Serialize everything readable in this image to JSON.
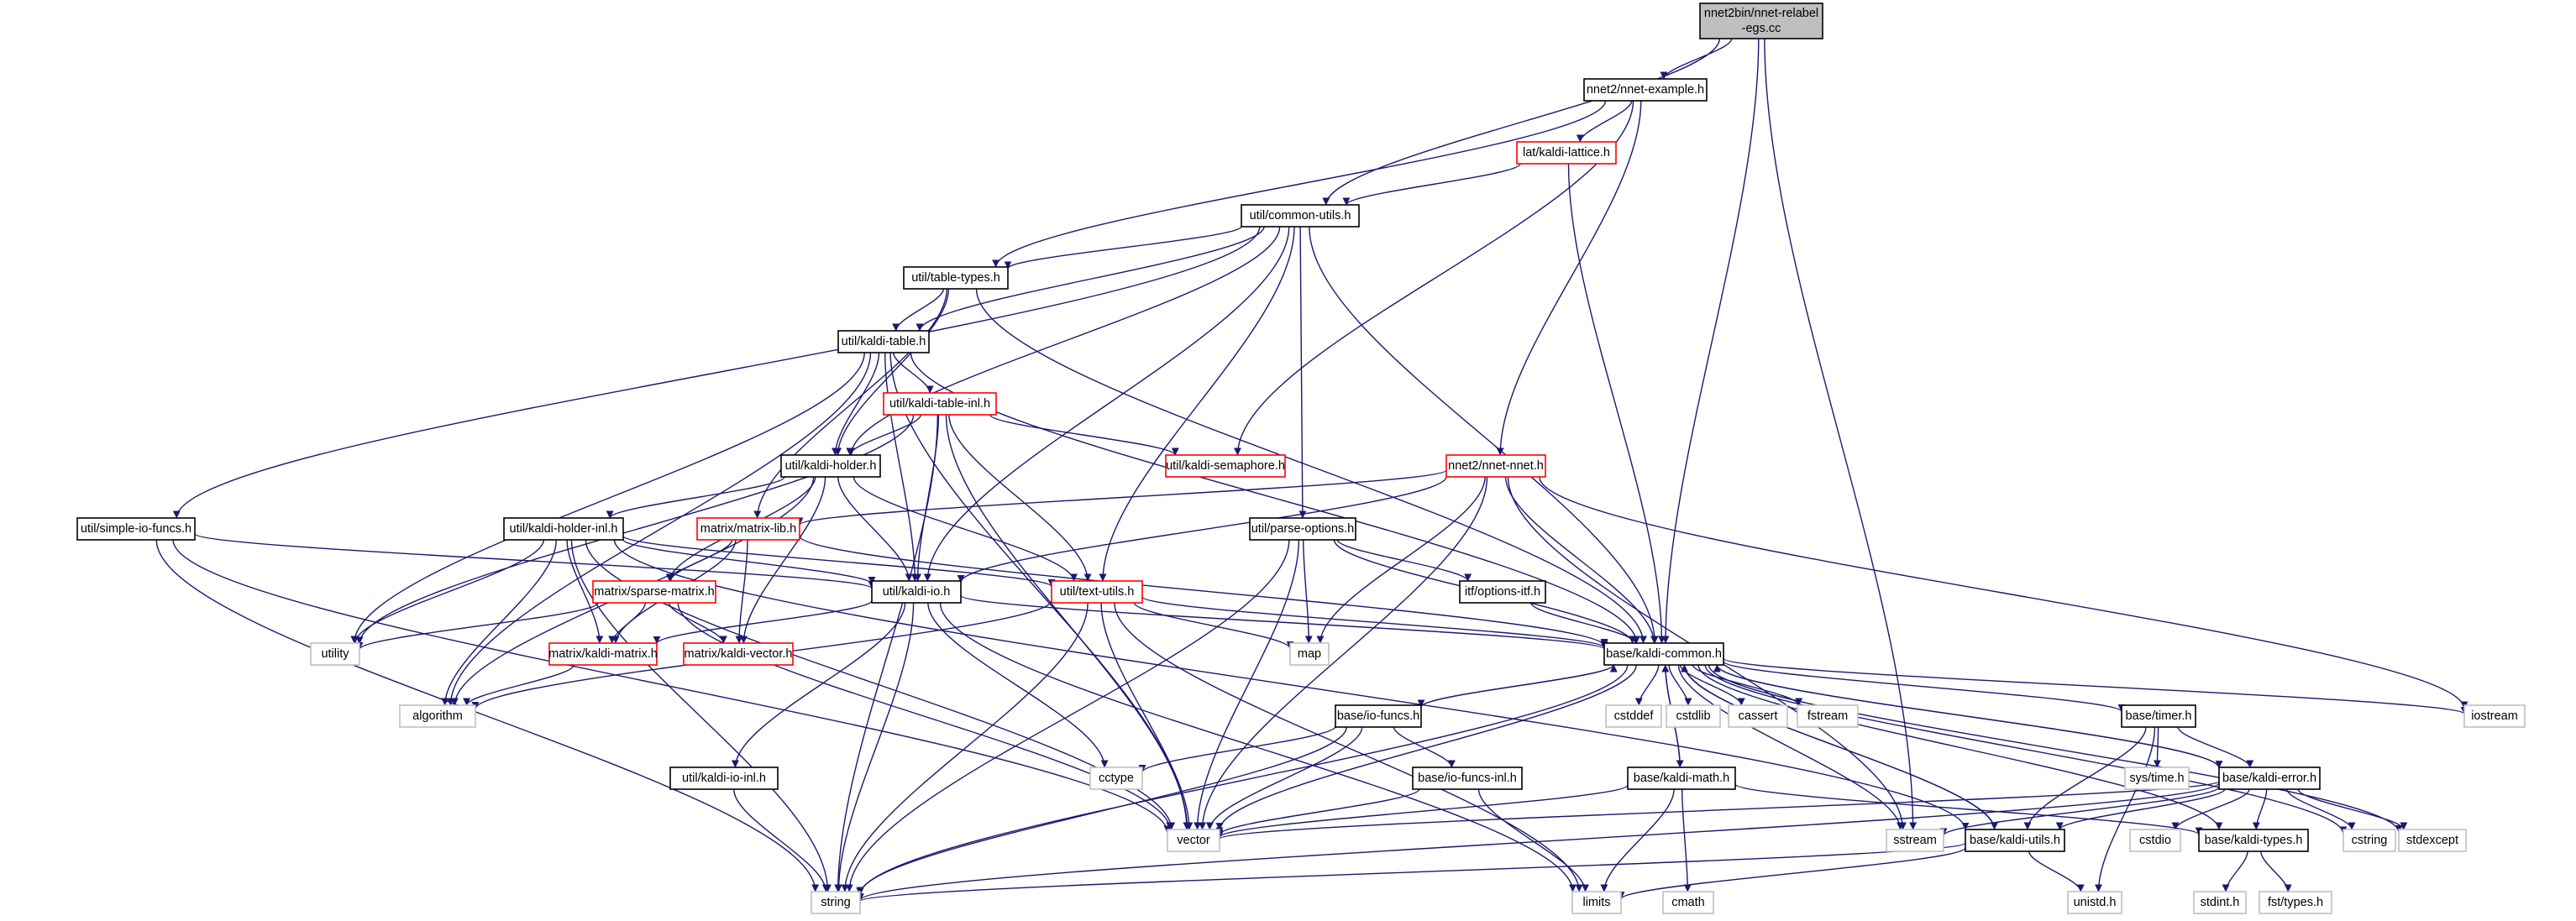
{
  "graph": {
    "nodes": [
      {
        "id": "root",
        "lines": [
          "nnet2bin/nnet-relabel",
          "-egs.cc"
        ],
        "style": "root"
      },
      {
        "id": "nnet_example",
        "lines": [
          "nnet2/nnet-example.h"
        ],
        "style": "black"
      },
      {
        "id": "kaldi_lattice",
        "lines": [
          "lat/kaldi-lattice.h"
        ],
        "style": "red"
      },
      {
        "id": "common_utils",
        "lines": [
          "util/common-utils.h"
        ],
        "style": "black"
      },
      {
        "id": "table_types",
        "lines": [
          "util/table-types.h"
        ],
        "style": "black"
      },
      {
        "id": "kaldi_table",
        "lines": [
          "util/kaldi-table.h"
        ],
        "style": "black"
      },
      {
        "id": "kaldi_table_inl",
        "lines": [
          "util/kaldi-table-inl.h"
        ],
        "style": "red"
      },
      {
        "id": "kaldi_semaphore",
        "lines": [
          "util/kaldi-semaphore.h"
        ],
        "style": "red"
      },
      {
        "id": "kaldi_holder",
        "lines": [
          "util/kaldi-holder.h"
        ],
        "style": "black"
      },
      {
        "id": "nnet_nnet",
        "lines": [
          "nnet2/nnet-nnet.h"
        ],
        "style": "red"
      },
      {
        "id": "simple_io",
        "lines": [
          "util/simple-io-funcs.h"
        ],
        "style": "black"
      },
      {
        "id": "holder_inl",
        "lines": [
          "util/kaldi-holder-inl.h"
        ],
        "style": "black"
      },
      {
        "id": "matrix_lib",
        "lines": [
          "matrix/matrix-lib.h"
        ],
        "style": "red"
      },
      {
        "id": "parse_options",
        "lines": [
          "util/parse-options.h"
        ],
        "style": "black"
      },
      {
        "id": "sparse_matrix",
        "lines": [
          "matrix/sparse-matrix.h"
        ],
        "style": "red"
      },
      {
        "id": "kaldi_io",
        "lines": [
          "util/kaldi-io.h"
        ],
        "style": "black"
      },
      {
        "id": "text_utils",
        "lines": [
          "util/text-utils.h"
        ],
        "style": "red"
      },
      {
        "id": "options_itf",
        "lines": [
          "itf/options-itf.h"
        ],
        "style": "black"
      },
      {
        "id": "utility",
        "lines": [
          "utility"
        ],
        "style": "gray"
      },
      {
        "id": "kaldi_matrix",
        "lines": [
          "matrix/kaldi-matrix.h"
        ],
        "style": "red"
      },
      {
        "id": "kaldi_vector",
        "lines": [
          "matrix/kaldi-vector.h"
        ],
        "style": "red"
      },
      {
        "id": "map",
        "lines": [
          "map"
        ],
        "style": "gray"
      },
      {
        "id": "kaldi_common",
        "lines": [
          "base/kaldi-common.h"
        ],
        "style": "black"
      },
      {
        "id": "iostream",
        "lines": [
          "iostream"
        ],
        "style": "gray"
      },
      {
        "id": "algorithm",
        "lines": [
          "algorithm"
        ],
        "style": "gray"
      },
      {
        "id": "io_funcs",
        "lines": [
          "base/io-funcs.h"
        ],
        "style": "black"
      },
      {
        "id": "cstddef",
        "lines": [
          "cstddef"
        ],
        "style": "gray"
      },
      {
        "id": "cstdlib",
        "lines": [
          "cstdlib"
        ],
        "style": "gray"
      },
      {
        "id": "cassert",
        "lines": [
          "cassert"
        ],
        "style": "gray"
      },
      {
        "id": "fstream",
        "lines": [
          "fstream"
        ],
        "style": "gray"
      },
      {
        "id": "timer",
        "lines": [
          "base/timer.h"
        ],
        "style": "black"
      },
      {
        "id": "cctype",
        "lines": [
          "cctype"
        ],
        "style": "gray"
      },
      {
        "id": "sys_time",
        "lines": [
          "sys/time.h"
        ],
        "style": "gray"
      },
      {
        "id": "kaldi_error",
        "lines": [
          "base/kaldi-error.h"
        ],
        "style": "black"
      },
      {
        "id": "io_inl",
        "lines": [
          "util/kaldi-io-inl.h"
        ],
        "style": "black"
      },
      {
        "id": "io_funcs_inl",
        "lines": [
          "base/io-funcs-inl.h"
        ],
        "style": "black"
      },
      {
        "id": "kaldi_math",
        "lines": [
          "base/kaldi-math.h"
        ],
        "style": "black"
      },
      {
        "id": "vector",
        "lines": [
          "vector"
        ],
        "style": "gray"
      },
      {
        "id": "sstream",
        "lines": [
          "sstream"
        ],
        "style": "gray"
      },
      {
        "id": "kaldi_utils",
        "lines": [
          "base/kaldi-utils.h"
        ],
        "style": "black"
      },
      {
        "id": "cstdio",
        "lines": [
          "cstdio"
        ],
        "style": "gray"
      },
      {
        "id": "kaldi_types",
        "lines": [
          "base/kaldi-types.h"
        ],
        "style": "black"
      },
      {
        "id": "cstring",
        "lines": [
          "cstring"
        ],
        "style": "gray"
      },
      {
        "id": "stdexcept",
        "lines": [
          "stdexcept"
        ],
        "style": "gray"
      },
      {
        "id": "cmath",
        "lines": [
          "cmath"
        ],
        "style": "gray"
      },
      {
        "id": "string",
        "lines": [
          "string"
        ],
        "style": "gray"
      },
      {
        "id": "limits",
        "lines": [
          "limits"
        ],
        "style": "gray"
      },
      {
        "id": "unistd",
        "lines": [
          "unistd.h"
        ],
        "style": "gray"
      },
      {
        "id": "stdint",
        "lines": [
          "stdint.h"
        ],
        "style": "gray"
      },
      {
        "id": "fst_types",
        "lines": [
          "fst/types.h"
        ],
        "style": "gray"
      }
    ],
    "edges": [
      [
        "root",
        "nnet_example"
      ],
      [
        "root",
        "common_utils"
      ],
      [
        "root",
        "kaldi_common"
      ],
      [
        "root",
        "sstream"
      ],
      [
        "nnet_example",
        "kaldi_lattice"
      ],
      [
        "nnet_example",
        "table_types"
      ],
      [
        "nnet_example",
        "kaldi_semaphore"
      ],
      [
        "nnet_example",
        "nnet_nnet"
      ],
      [
        "kaldi_lattice",
        "common_utils"
      ],
      [
        "kaldi_lattice",
        "kaldi_common"
      ],
      [
        "common_utils",
        "table_types"
      ],
      [
        "common_utils",
        "kaldi_table"
      ],
      [
        "common_utils",
        "simple_io"
      ],
      [
        "common_utils",
        "kaldi_holder"
      ],
      [
        "common_utils",
        "kaldi_io"
      ],
      [
        "common_utils",
        "parse_options"
      ],
      [
        "common_utils",
        "text_utils"
      ],
      [
        "common_utils",
        "kaldi_common"
      ],
      [
        "table_types",
        "kaldi_table"
      ],
      [
        "table_types",
        "kaldi_holder"
      ],
      [
        "table_types",
        "matrix_lib"
      ],
      [
        "table_types",
        "kaldi_common"
      ],
      [
        "kaldi_table",
        "kaldi_table_inl"
      ],
      [
        "kaldi_table",
        "kaldi_holder"
      ],
      [
        "kaldi_table",
        "kaldi_io"
      ],
      [
        "kaldi_table",
        "kaldi_common"
      ],
      [
        "kaldi_table",
        "utility"
      ],
      [
        "kaldi_table",
        "vector"
      ],
      [
        "kaldi_table",
        "algorithm"
      ],
      [
        "kaldi_table_inl",
        "kaldi_holder"
      ],
      [
        "kaldi_table_inl",
        "kaldi_semaphore"
      ],
      [
        "kaldi_table_inl",
        "text_utils"
      ],
      [
        "kaldi_table_inl",
        "kaldi_io"
      ],
      [
        "kaldi_table_inl",
        "utility"
      ],
      [
        "kaldi_table_inl",
        "string"
      ],
      [
        "kaldi_table_inl",
        "vector"
      ],
      [
        "kaldi_holder",
        "holder_inl"
      ],
      [
        "kaldi_holder",
        "kaldi_io"
      ],
      [
        "kaldi_holder",
        "text_utils"
      ],
      [
        "kaldi_holder",
        "sparse_matrix"
      ],
      [
        "kaldi_holder",
        "kaldi_vector"
      ],
      [
        "kaldi_holder",
        "algorithm"
      ],
      [
        "nnet_nnet",
        "matrix_lib"
      ],
      [
        "nnet_nnet",
        "kaldi_common"
      ],
      [
        "nnet_nnet",
        "iostream"
      ],
      [
        "nnet_nnet",
        "sstream"
      ],
      [
        "nnet_nnet",
        "kaldi_io"
      ],
      [
        "nnet_nnet",
        "vector"
      ],
      [
        "nnet_nnet",
        "map"
      ],
      [
        "simple_io",
        "kaldi_io"
      ],
      [
        "simple_io",
        "string"
      ],
      [
        "simple_io",
        "vector"
      ],
      [
        "holder_inl",
        "kaldi_io"
      ],
      [
        "holder_inl",
        "text_utils"
      ],
      [
        "holder_inl",
        "kaldi_utils"
      ],
      [
        "holder_inl",
        "kaldi_matrix"
      ],
      [
        "holder_inl",
        "utility"
      ],
      [
        "holder_inl",
        "algorithm"
      ],
      [
        "holder_inl",
        "string"
      ],
      [
        "holder_inl",
        "vector"
      ],
      [
        "matrix_lib",
        "sparse_matrix"
      ],
      [
        "matrix_lib",
        "kaldi_matrix"
      ],
      [
        "matrix_lib",
        "kaldi_vector"
      ],
      [
        "matrix_lib",
        "kaldi_common"
      ],
      [
        "parse_options",
        "options_itf"
      ],
      [
        "parse_options",
        "kaldi_common"
      ],
      [
        "parse_options",
        "map"
      ],
      [
        "parse_options",
        "vector"
      ],
      [
        "parse_options",
        "string"
      ],
      [
        "sparse_matrix",
        "kaldi_matrix"
      ],
      [
        "sparse_matrix",
        "kaldi_vector"
      ],
      [
        "sparse_matrix",
        "utility"
      ],
      [
        "sparse_matrix",
        "vector"
      ],
      [
        "kaldi_io",
        "kaldi_common"
      ],
      [
        "kaldi_io",
        "io_inl"
      ],
      [
        "kaldi_io",
        "kaldi_matrix"
      ],
      [
        "kaldi_io",
        "cctype"
      ],
      [
        "kaldi_io",
        "string"
      ],
      [
        "kaldi_io",
        "limits"
      ],
      [
        "text_utils",
        "kaldi_common"
      ],
      [
        "text_utils",
        "algorithm"
      ],
      [
        "text_utils",
        "map"
      ],
      [
        "text_utils",
        "vector"
      ],
      [
        "text_utils",
        "string"
      ],
      [
        "text_utils",
        "limits"
      ],
      [
        "options_itf",
        "kaldi_common"
      ],
      [
        "kaldi_matrix",
        "algorithm"
      ],
      [
        "kaldi_common",
        "io_funcs"
      ],
      [
        "kaldi_common",
        "kaldi_math"
      ],
      [
        "kaldi_common",
        "kaldi_utils"
      ],
      [
        "kaldi_common",
        "kaldi_error"
      ],
      [
        "kaldi_common",
        "kaldi_types"
      ],
      [
        "kaldi_common",
        "timer"
      ],
      [
        "kaldi_common",
        "cstddef"
      ],
      [
        "kaldi_common",
        "cstdlib"
      ],
      [
        "kaldi_common",
        "cassert"
      ],
      [
        "kaldi_common",
        "fstream"
      ],
      [
        "kaldi_common",
        "sstream"
      ],
      [
        "kaldi_common",
        "cstring"
      ],
      [
        "kaldi_common",
        "stdexcept"
      ],
      [
        "kaldi_common",
        "iostream"
      ],
      [
        "kaldi_common",
        "string"
      ],
      [
        "kaldi_common",
        "vector"
      ],
      [
        "io_funcs",
        "io_funcs_inl"
      ],
      [
        "io_funcs",
        "kaldi_common"
      ],
      [
        "io_funcs",
        "cctype"
      ],
      [
        "io_funcs",
        "vector"
      ],
      [
        "io_funcs",
        "string"
      ],
      [
        "io_funcs_inl",
        "vector"
      ],
      [
        "io_funcs_inl",
        "limits"
      ],
      [
        "io_inl",
        "string"
      ],
      [
        "kaldi_math",
        "kaldi_common"
      ],
      [
        "kaldi_math",
        "kaldi_types"
      ],
      [
        "kaldi_math",
        "cmath"
      ],
      [
        "kaldi_math",
        "limits"
      ],
      [
        "kaldi_math",
        "vector"
      ],
      [
        "timer",
        "kaldi_error"
      ],
      [
        "timer",
        "kaldi_utils"
      ],
      [
        "timer",
        "sys_time"
      ],
      [
        "timer",
        "unistd"
      ],
      [
        "kaldi_error",
        "kaldi_common"
      ],
      [
        "kaldi_error",
        "kaldi_types"
      ],
      [
        "kaldi_error",
        "kaldi_utils"
      ],
      [
        "kaldi_error",
        "cstdio"
      ],
      [
        "kaldi_error",
        "cstring"
      ],
      [
        "kaldi_error",
        "stdexcept"
      ],
      [
        "kaldi_error",
        "sstream"
      ],
      [
        "kaldi_error",
        "vector"
      ],
      [
        "kaldi_error",
        "string"
      ],
      [
        "kaldi_utils",
        "kaldi_common"
      ],
      [
        "kaldi_utils",
        "limits"
      ],
      [
        "kaldi_utils",
        "string"
      ],
      [
        "kaldi_utils",
        "unistd"
      ],
      [
        "kaldi_types",
        "stdint"
      ],
      [
        "kaldi_types",
        "fst_types"
      ]
    ]
  }
}
